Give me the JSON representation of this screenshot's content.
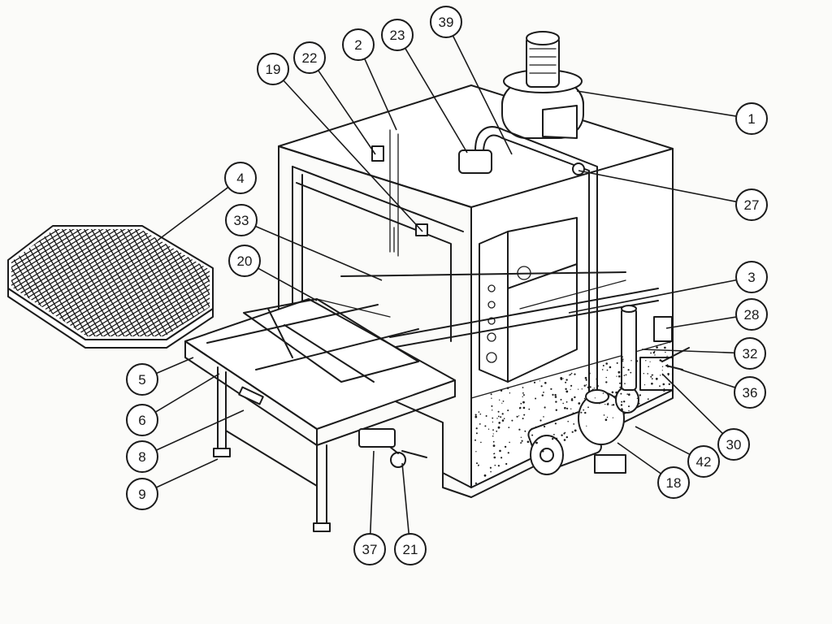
{
  "figure": {
    "callouts": [
      {
        "id": "c1",
        "label": "1",
        "icon": "callout-circle"
      },
      {
        "id": "c2",
        "label": "2",
        "icon": "callout-circle"
      },
      {
        "id": "c3",
        "label": "3",
        "icon": "callout-circle"
      },
      {
        "id": "c4",
        "label": "4",
        "icon": "callout-circle"
      },
      {
        "id": "c5",
        "label": "5",
        "icon": "callout-circle"
      },
      {
        "id": "c6",
        "label": "6",
        "icon": "callout-circle"
      },
      {
        "id": "c8",
        "label": "8",
        "icon": "callout-circle"
      },
      {
        "id": "c9",
        "label": "9",
        "icon": "callout-circle"
      },
      {
        "id": "c18",
        "label": "18",
        "icon": "callout-circle"
      },
      {
        "id": "c19",
        "label": "19",
        "icon": "callout-circle"
      },
      {
        "id": "c20",
        "label": "20",
        "icon": "callout-circle"
      },
      {
        "id": "c21",
        "label": "21",
        "icon": "callout-circle"
      },
      {
        "id": "c22",
        "label": "22",
        "icon": "callout-circle"
      },
      {
        "id": "c23",
        "label": "23",
        "icon": "callout-circle"
      },
      {
        "id": "c27",
        "label": "27",
        "icon": "callout-circle"
      },
      {
        "id": "c28",
        "label": "28",
        "icon": "callout-circle"
      },
      {
        "id": "c30",
        "label": "30",
        "icon": "callout-circle"
      },
      {
        "id": "c32",
        "label": "32",
        "icon": "callout-circle"
      },
      {
        "id": "c33",
        "label": "33",
        "icon": "callout-circle"
      },
      {
        "id": "c36",
        "label": "36",
        "icon": "callout-circle"
      },
      {
        "id": "c37",
        "label": "37",
        "icon": "callout-circle"
      },
      {
        "id": "c39",
        "label": "39",
        "icon": "callout-circle"
      },
      {
        "id": "c42",
        "label": "42",
        "icon": "callout-circle"
      }
    ],
    "colors": {
      "ink": "#1b1b1b",
      "paper": "#fbfbf9"
    }
  }
}
